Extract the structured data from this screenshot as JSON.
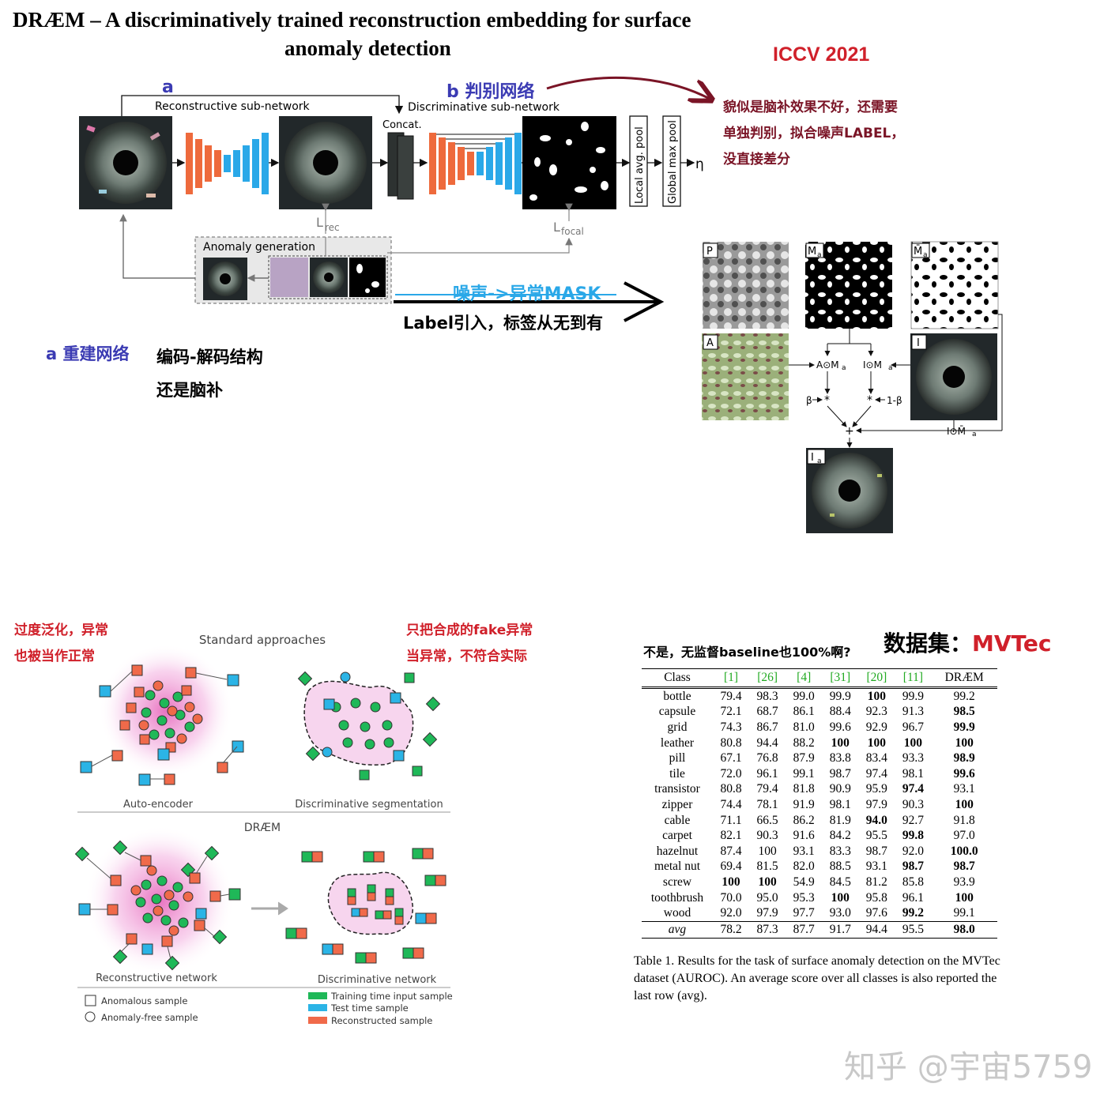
{
  "header": {
    "title_line1": "DRÆM – A discriminatively trained reconstruction embedding for surface",
    "title_line2": "anomaly detection",
    "venue": "ICCV 2021"
  },
  "architecture": {
    "label_a": "a",
    "label_recon_subnet": "Reconstructive sub-network",
    "label_b": "b 判别网络",
    "label_disc_subnet": "Discriminative sub-network",
    "concat": "Concat.",
    "local_pool": "Local avg. pool",
    "global_pool": "Global max pool",
    "eta": "η",
    "l_rec": "L",
    "l_rec_sub": "rec",
    "l_focal": "L",
    "l_focal_sub": "focal",
    "anomaly_generation": "Anomaly generation"
  },
  "annotations": {
    "b_note_line1": "貌似是脑补效果不好，还需要",
    "b_note_line2": "单独判别，拟合噪声LABEL，",
    "b_note_line3": "没直接差分",
    "noise_mask": "噪声->异常MASK",
    "label_intro": "Label引入，标签从无到有",
    "a_title": "a 重建网络",
    "a_note_line1": "编码-解码结构",
    "a_note_line2": "还是脑补"
  },
  "generation": {
    "p": "P",
    "ma": "M",
    "ma_sub": "a",
    "ma_bar": "M̄",
    "a": "A",
    "i": "I",
    "ia": "I",
    "ia_sub": "a",
    "a_odot_ma": "A⊙M",
    "i_odot_ma": "I⊙M",
    "beta": "β",
    "one_minus_beta": "1-β",
    "i_odot_mabar": "I⊙M̄",
    "sub_a": "a"
  },
  "approaches": {
    "left_note_line1": "过度泛化，异常",
    "left_note_line2": "也被当作正常",
    "right_note_line1": "只把合成的fake异常",
    "right_note_line2": "当异常，不符合实际",
    "standard": "Standard approaches",
    "autoencoder": "Auto-encoder",
    "disc_seg": "Discriminative segmentation",
    "draem": "DRÆM",
    "recon_net": "Reconstructive network",
    "disc_net": "Discriminative network",
    "legend_anom": "Anomalous sample",
    "legend_free": "Anomaly-free sample",
    "legend_train": "Training time input sample",
    "legend_test": "Test time sample",
    "legend_recon": "Reconstructed sample"
  },
  "table_notes": {
    "question": "不是，无监督baseline也100%啊?",
    "dataset_prefix": "数据集：",
    "dataset_name": "MVTec"
  },
  "results_table": {
    "headers": [
      "Class",
      "[1]",
      "[26]",
      "[4]",
      "[31]",
      "[20]",
      "[11]",
      "DRÆM"
    ],
    "rows": [
      [
        "bottle",
        "79.4",
        "98.3",
        "99.0",
        "99.9",
        "100",
        "99.9",
        "99.2"
      ],
      [
        "capsule",
        "72.1",
        "68.7",
        "86.1",
        "88.4",
        "92.3",
        "91.3",
        "98.5"
      ],
      [
        "grid",
        "74.3",
        "86.7",
        "81.0",
        "99.6",
        "92.9",
        "96.7",
        "99.9"
      ],
      [
        "leather",
        "80.8",
        "94.4",
        "88.2",
        "100",
        "100",
        "100",
        "100"
      ],
      [
        "pill",
        "67.1",
        "76.8",
        "87.9",
        "83.8",
        "83.4",
        "93.3",
        "98.9"
      ],
      [
        "tile",
        "72.0",
        "96.1",
        "99.1",
        "98.7",
        "97.4",
        "98.1",
        "99.6"
      ],
      [
        "transistor",
        "80.8",
        "79.4",
        "81.8",
        "90.9",
        "95.9",
        "97.4",
        "93.1"
      ],
      [
        "zipper",
        "74.4",
        "78.1",
        "91.9",
        "98.1",
        "97.9",
        "90.3",
        "100"
      ],
      [
        "cable",
        "71.1",
        "66.5",
        "86.2",
        "81.9",
        "94.0",
        "92.7",
        "91.8"
      ],
      [
        "carpet",
        "82.1",
        "90.3",
        "91.6",
        "84.2",
        "95.5",
        "99.8",
        "97.0"
      ],
      [
        "hazelnut",
        "87.4",
        "100",
        "93.1",
        "83.3",
        "98.7",
        "92.0",
        "100.0"
      ],
      [
        "metal nut",
        "69.4",
        "81.5",
        "82.0",
        "88.5",
        "93.1",
        "98.7",
        "98.7"
      ],
      [
        "screw",
        "100",
        "100",
        "54.9",
        "84.5",
        "81.2",
        "85.8",
        "93.9"
      ],
      [
        "toothbrush",
        "70.0",
        "95.0",
        "95.3",
        "100",
        "95.8",
        "96.1",
        "100"
      ],
      [
        "wood",
        "92.0",
        "97.9",
        "97.7",
        "93.0",
        "97.6",
        "99.2",
        "99.1"
      ]
    ],
    "avg_row": [
      "avg",
      "78.2",
      "87.3",
      "87.7",
      "91.7",
      "94.4",
      "95.5",
      "98.0"
    ],
    "bold_cells": [
      [
        0,
        5
      ],
      [
        1,
        7
      ],
      [
        2,
        7
      ],
      [
        3,
        4
      ],
      [
        3,
        5
      ],
      [
        3,
        6
      ],
      [
        3,
        7
      ],
      [
        4,
        7
      ],
      [
        5,
        7
      ],
      [
        6,
        6
      ],
      [
        7,
        7
      ],
      [
        8,
        5
      ],
      [
        9,
        6
      ],
      [
        10,
        7
      ],
      [
        11,
        6
      ],
      [
        11,
        7
      ],
      [
        12,
        1
      ],
      [
        12,
        2
      ],
      [
        13,
        4
      ],
      [
        13,
        7
      ],
      [
        14,
        6
      ],
      [
        15,
        7
      ]
    ],
    "caption": "Table 1. Results for the task of surface anomaly detection on the MVTec dataset (AUROC). An average score over all classes is also reported the last row (avg)."
  },
  "watermark": "知乎 @宇宙5759",
  "colors": {
    "encoder_orange": "#ee6a3c",
    "decoder_blue": "#2aa8e8",
    "red_accent": "#d0202a",
    "blue_accent": "#3b3bb3",
    "dark_red": "#7a1426",
    "green_sample": "#1fb858",
    "cyan_sample": "#2bb4e6",
    "orange_sample": "#f06a4a"
  }
}
